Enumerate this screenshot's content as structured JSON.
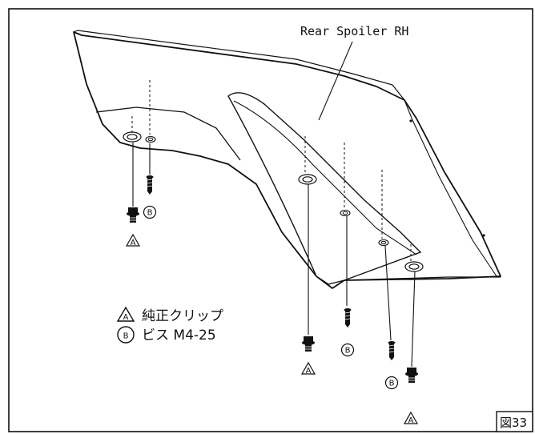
{
  "diagram": {
    "part_label": "Rear Spoiler RH",
    "figure_number": "図33",
    "clip_marker": "A",
    "screw_marker": "B",
    "legend": [
      {
        "marker": "A",
        "text": "純正クリップ"
      },
      {
        "marker": "B",
        "text": "ビス M4-25"
      }
    ]
  }
}
